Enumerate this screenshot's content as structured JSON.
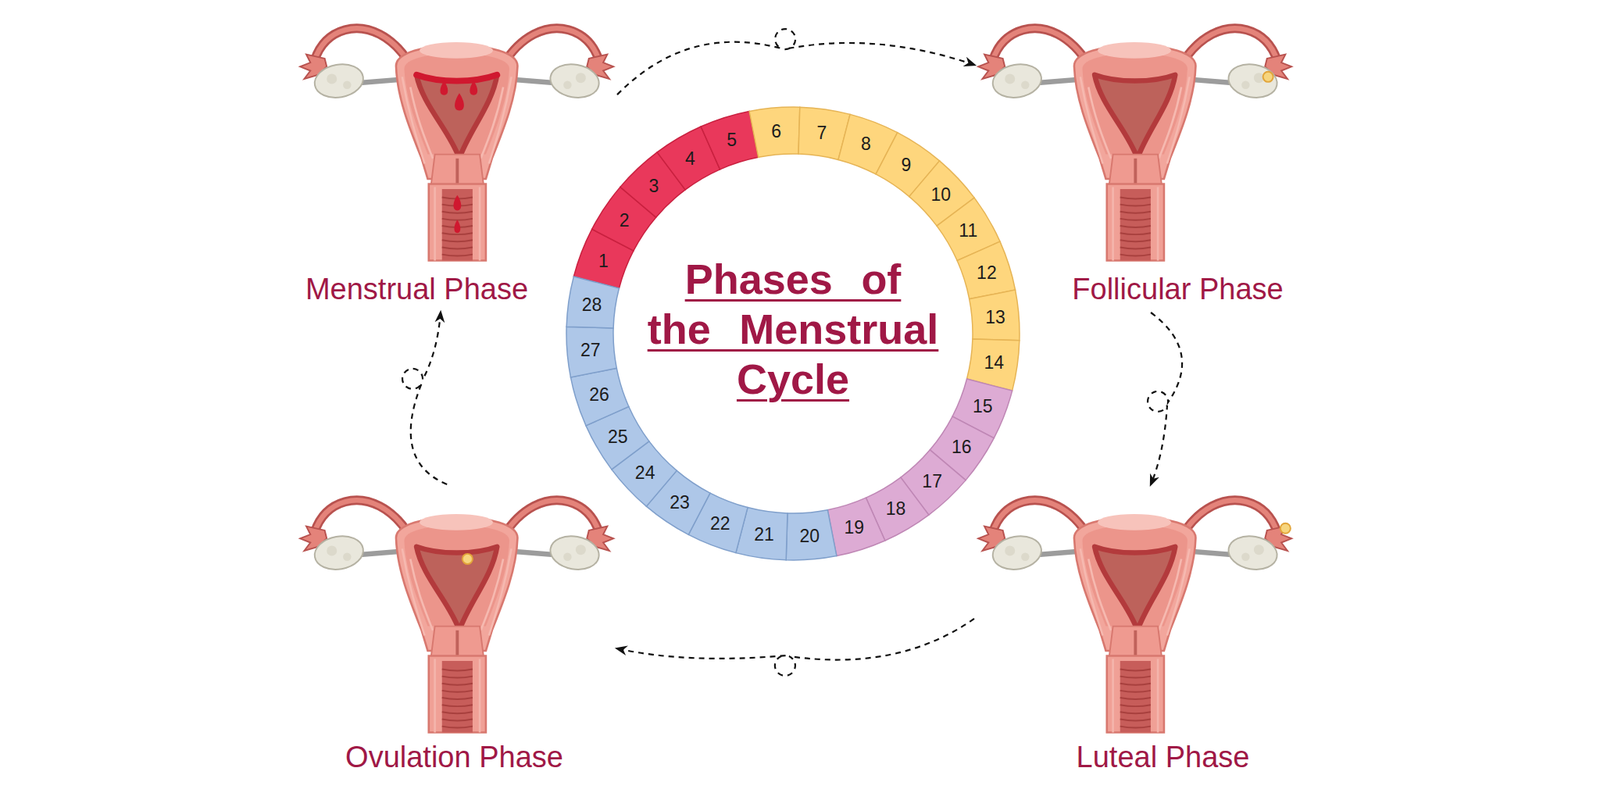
{
  "diagram": {
    "title": "Phases of the Menstrual Cycle",
    "nodes": [
      {
        "text": [
          "Menstrual Phase"
        ]
      },
      {
        "text": [
          "Follicular Phase"
        ]
      },
      {
        "text": [
          "Ovulation Phase"
        ]
      },
      {
        "text": [
          "Luteal Phase"
        ]
      },
      {
        "text": [
          "1"
        ]
      },
      {
        "text": [
          "2"
        ]
      },
      {
        "text": [
          "3"
        ]
      },
      {
        "text": [
          "4"
        ]
      },
      {
        "text": [
          "5"
        ]
      },
      {
        "text": [
          "6"
        ]
      },
      {
        "text": [
          "7"
        ]
      },
      {
        "text": [
          "8"
        ]
      },
      {
        "text": [
          "9"
        ]
      },
      {
        "text": [
          "10"
        ]
      },
      {
        "text": [
          "11"
        ]
      },
      {
        "text": [
          "12"
        ]
      },
      {
        "text": [
          "13"
        ]
      },
      {
        "text": [
          "14"
        ]
      },
      {
        "text": [
          "15"
        ]
      },
      {
        "text": [
          "16"
        ]
      },
      {
        "text": [
          "17"
        ]
      },
      {
        "text": [
          "18"
        ]
      },
      {
        "text": [
          "19"
        ]
      },
      {
        "text": [
          "20"
        ]
      },
      {
        "text": [
          "21"
        ]
      },
      {
        "text": [
          "22"
        ]
      },
      {
        "text": [
          "23"
        ]
      },
      {
        "text": [
          "24"
        ]
      },
      {
        "text": [
          "25"
        ]
      },
      {
        "text": [
          "26"
        ]
      },
      {
        "text": [
          "27"
        ]
      },
      {
        "text": [
          "28"
        ]
      }
    ],
    "edges": [
      {
        "from": 0,
        "to": 1,
        "arrow": "to"
      },
      {
        "from": 1,
        "to": 3,
        "arrow": "to"
      },
      {
        "from": 3,
        "to": 2,
        "arrow": "to"
      },
      {
        "from": 2,
        "to": 0,
        "arrow": "to"
      }
    ]
  }
}
